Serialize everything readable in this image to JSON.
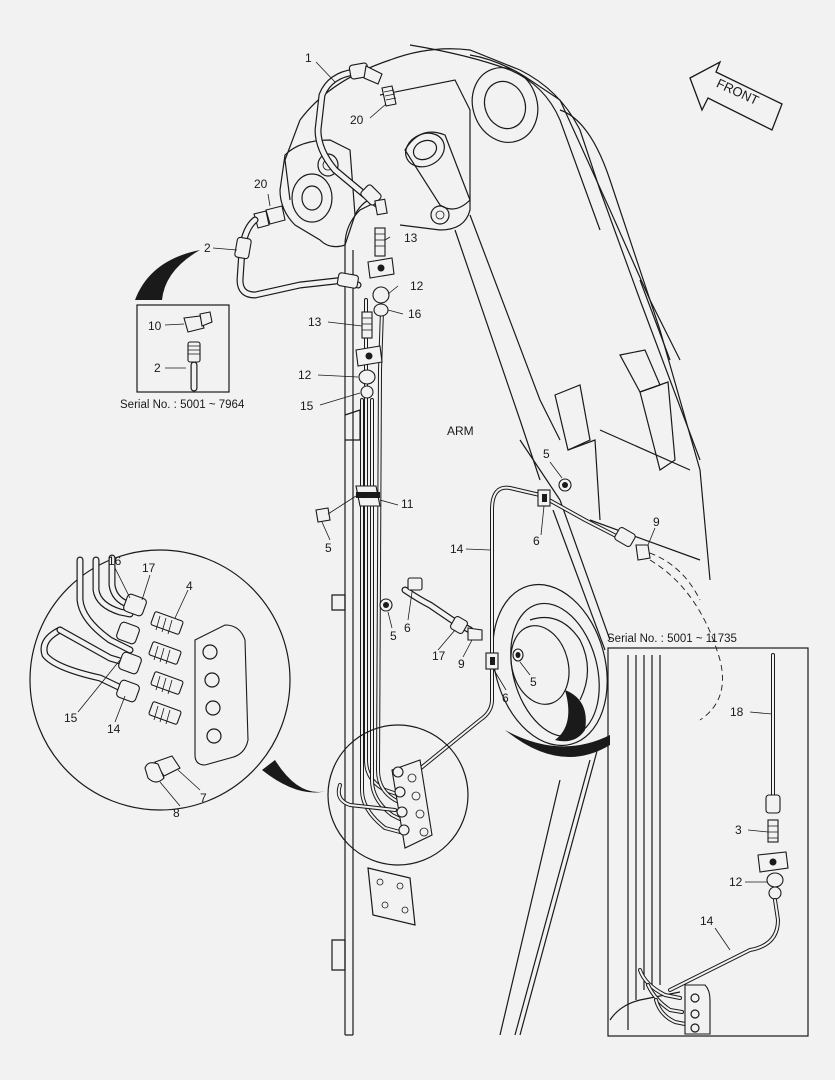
{
  "labels": {
    "l1": "1",
    "l20a": "20",
    "l20b": "20",
    "l2a": "2",
    "l13a": "13",
    "l12a": "12",
    "l16a": "16",
    "l13b": "13",
    "l10": "10",
    "l2b": "2",
    "l12b": "12",
    "l15a": "15",
    "l11": "11",
    "l5a": "5",
    "l5b": "5",
    "l6a": "6",
    "l14a": "14",
    "l9a": "9",
    "l5c": "5",
    "l17a": "17",
    "l9b": "9",
    "l5d": "5",
    "l6b": "6",
    "l16b": "16",
    "l17b": "17",
    "l4": "4",
    "l15b": "15",
    "l14b": "14",
    "l8": "8",
    "l7": "7",
    "l18": "18",
    "l3": "3",
    "l12c": "12",
    "l14c": "14"
  },
  "captions": {
    "inset_top": "Serial No. : 5001 ~ 7964",
    "inset_right": "Serial No. : 5001 ~ 11735",
    "arm": "ARM",
    "front": "FRONT"
  }
}
